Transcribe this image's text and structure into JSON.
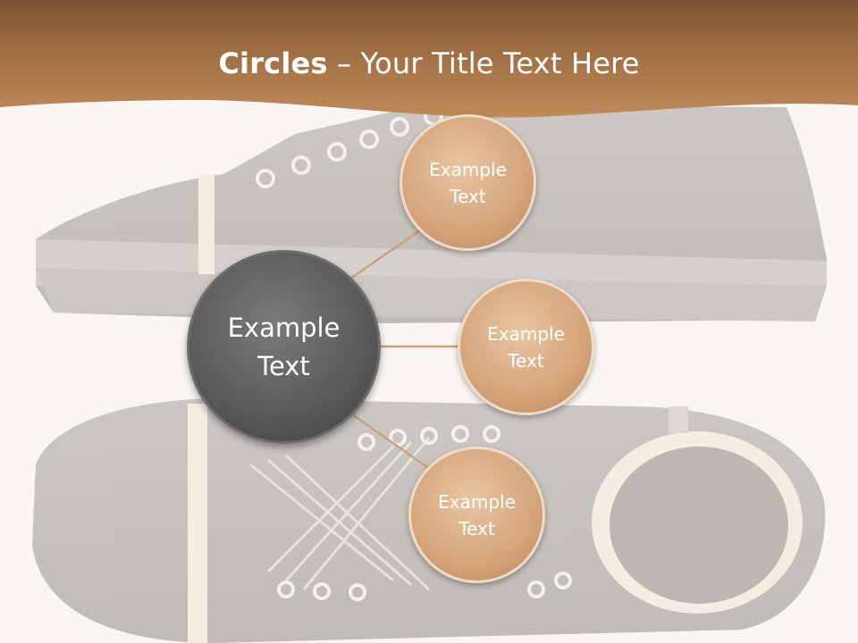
{
  "slide": {
    "title_bold": "Circles",
    "title_rest": " – Your Title Text Here",
    "center_circle": {
      "text": "Example\nText"
    },
    "outer_circles": [
      {
        "text": "Example\nText"
      },
      {
        "text": "Example\nText"
      },
      {
        "text": "Example\nText"
      }
    ]
  },
  "colors": {
    "header_brown": "#b07a4a",
    "header_dark": "#7a5232",
    "center_gray": "#5c5c5c",
    "circle_tan": "#d4a47a",
    "connector": "#c9a27a",
    "background": "#f8f5f2",
    "shoe_gray": "#8f8a86"
  }
}
